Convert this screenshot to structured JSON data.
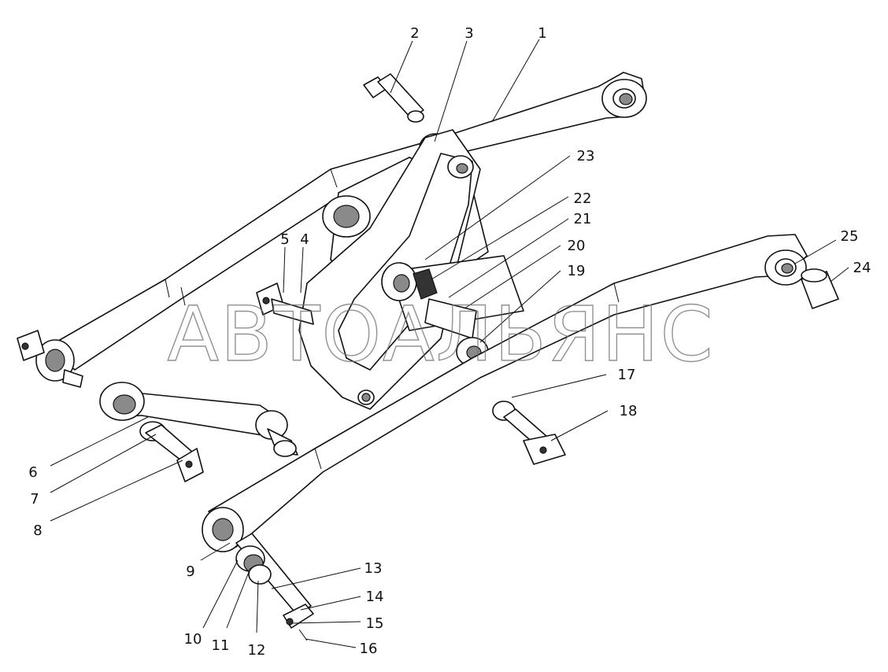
{
  "watermark": "АВТОАЛЬЯНС",
  "callouts": [
    "1",
    "2",
    "3",
    "4",
    "5",
    "6",
    "7",
    "8",
    "9",
    "10",
    "11",
    "12",
    "13",
    "14",
    "15",
    "16",
    "17",
    "18",
    "19",
    "20",
    "21",
    "22",
    "23",
    "24",
    "25"
  ],
  "colors": {
    "line": "#111111",
    "watermark": "#6e6e6e",
    "background": "#ffffff"
  }
}
